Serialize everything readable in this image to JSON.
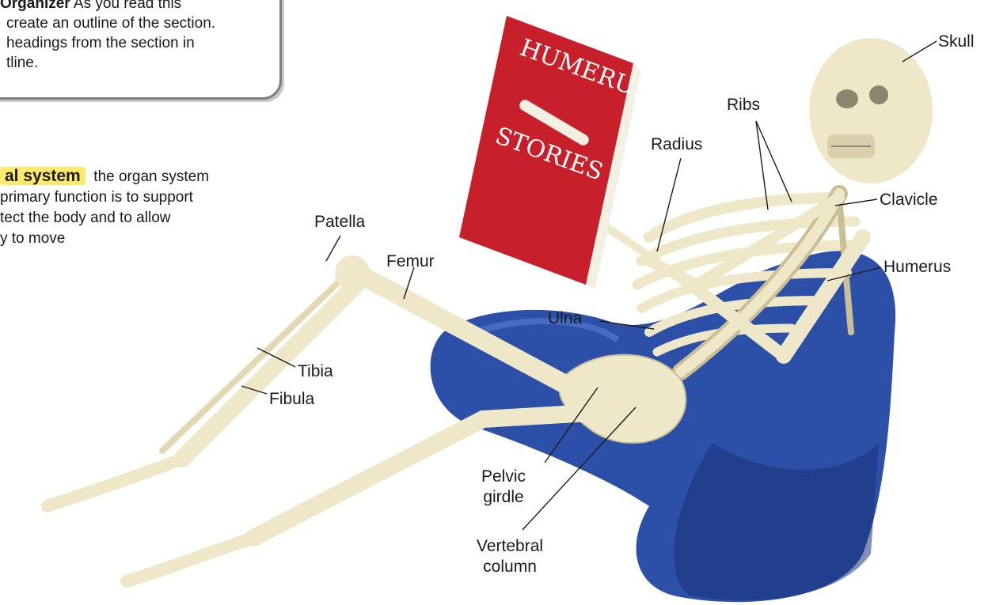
{
  "reading_box": {
    "lines": [
      [
        "Organizer",
        " As you read this"
      ],
      [
        "",
        "create an outline of the section."
      ],
      [
        "",
        "headings from the section in"
      ],
      [
        "",
        "tline."
      ]
    ]
  },
  "definition": {
    "term": "al system",
    "lines": [
      "the organ system",
      "primary function is to support",
      "tect the body and to allow",
      "y to move"
    ]
  },
  "book": {
    "title_top": "HUMERUS",
    "title_bottom": "STORIES",
    "cover_color": "#c8202a"
  },
  "labels": {
    "skull": "Skull",
    "ribs": "Ribs",
    "radius": "Radius",
    "clavicle": "Clavicle",
    "humerus": "Humerus",
    "patella": "Patella",
    "femur": "Femur",
    "ulna": "Ulna",
    "tibia": "Tibia",
    "fibula": "Fibula",
    "pelvic_girdle": [
      "Pelvic",
      "girdle"
    ],
    "vertebral_column": [
      "Vertebral",
      "column"
    ]
  },
  "colors": {
    "bone": "#efe8c8",
    "bone_shadow": "#c9bf96",
    "cushion": "#2c4fa8",
    "cushion_dark": "#1c3378",
    "highlight": "#ffe96a"
  }
}
